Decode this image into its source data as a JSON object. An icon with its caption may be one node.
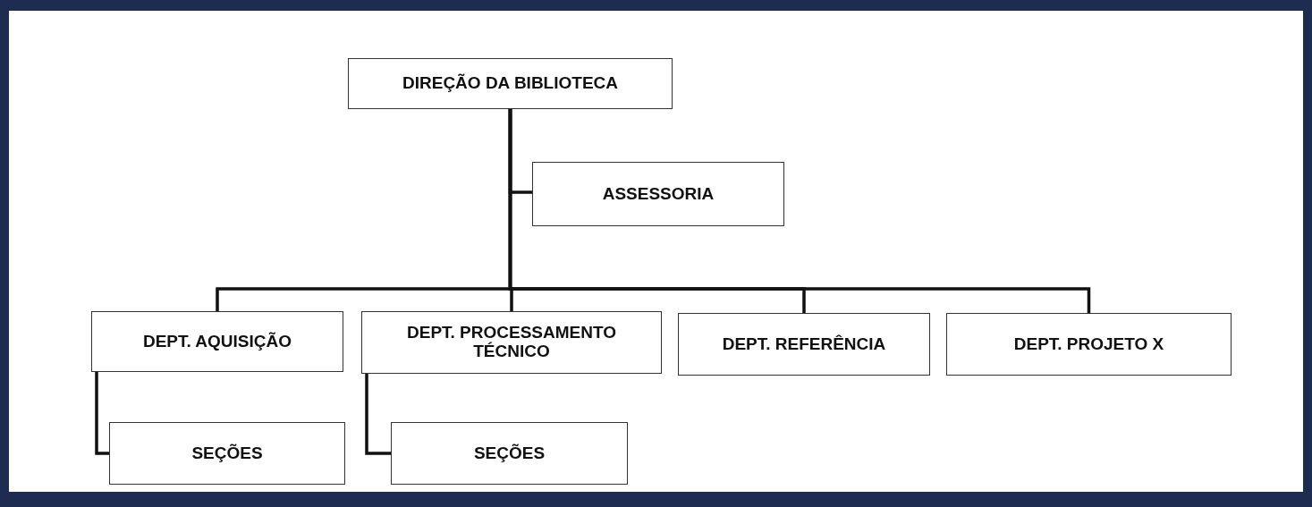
{
  "diagram": {
    "nodes": [
      {
        "text": [
          "DIREÇÃO DA BIBLIOTECA"
        ]
      },
      {
        "text": [
          "ASSESSORIA"
        ]
      },
      {
        "text": [
          "DEPT. AQUISIÇÃO"
        ]
      },
      {
        "text": [
          "DEPT. PROCESSAMENTO TÉCNICO"
        ]
      },
      {
        "text": [
          "DEPT. REFERÊNCIA"
        ]
      },
      {
        "text": [
          "DEPT. PROJETO X"
        ]
      },
      {
        "text": [
          "SEÇÕES"
        ]
      },
      {
        "text": [
          "SEÇÕES"
        ]
      }
    ],
    "edges": [
      {
        "from": 0,
        "to": 1,
        "arrow": "none"
      },
      {
        "from": 0,
        "to": 2,
        "arrow": "none"
      },
      {
        "from": 0,
        "to": 3,
        "arrow": "none"
      },
      {
        "from": 0,
        "to": 4,
        "arrow": "none"
      },
      {
        "from": 0,
        "to": 5,
        "arrow": "none"
      },
      {
        "from": 2,
        "to": 6,
        "arrow": "none"
      },
      {
        "from": 3,
        "to": 7,
        "arrow": "none"
      }
    ]
  }
}
